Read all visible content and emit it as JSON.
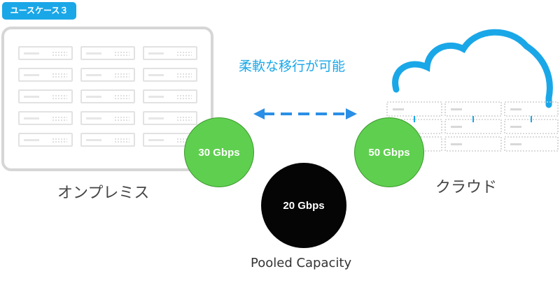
{
  "badge": {
    "label": "ユースケース３"
  },
  "onprem": {
    "label": "オンプレミス"
  },
  "cloud": {
    "label": "クラウド"
  },
  "flex": {
    "label": "柔軟な移行が可能"
  },
  "capacity": {
    "onprem_value": "30 Gbps",
    "cloud_value": "50 Gbps",
    "pooled_value": "20 Gbps",
    "pooled_label": "Pooled Capacity"
  },
  "colors": {
    "accent": "#1aa7e8",
    "green": "#5fcf4f",
    "pooled": "#050505",
    "arrow": "#2a8fe6"
  }
}
